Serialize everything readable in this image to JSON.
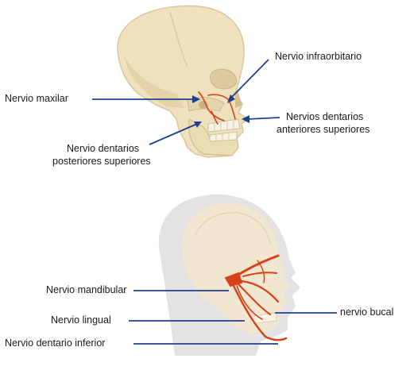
{
  "top_figure": {
    "labels": {
      "infraorbital": "Nervio infraorbitario",
      "maxillary": "Nervio maxilar",
      "anterior_superior_line1": "Nervios dentarios",
      "anterior_superior_line2": "anteriores superiores",
      "posterior_superior_line1": "Nervio dentarios",
      "posterior_superior_line2": "posteriores superiores"
    }
  },
  "bottom_figure": {
    "labels": {
      "mandibular": "Nervio mandibular",
      "lingual": "Nervio lingual",
      "inferior_alveolar": "Nervio dentario inferior",
      "buccal": "nervio bucal"
    }
  },
  "colors": {
    "leader_line": "#1f3f8f",
    "nerve": "#d9401a",
    "skull": "#efe1bd",
    "skull_shadow": "#d8c69c",
    "head_silhouette": "#e3e3e3",
    "face_skin": "#f1e6cf"
  }
}
